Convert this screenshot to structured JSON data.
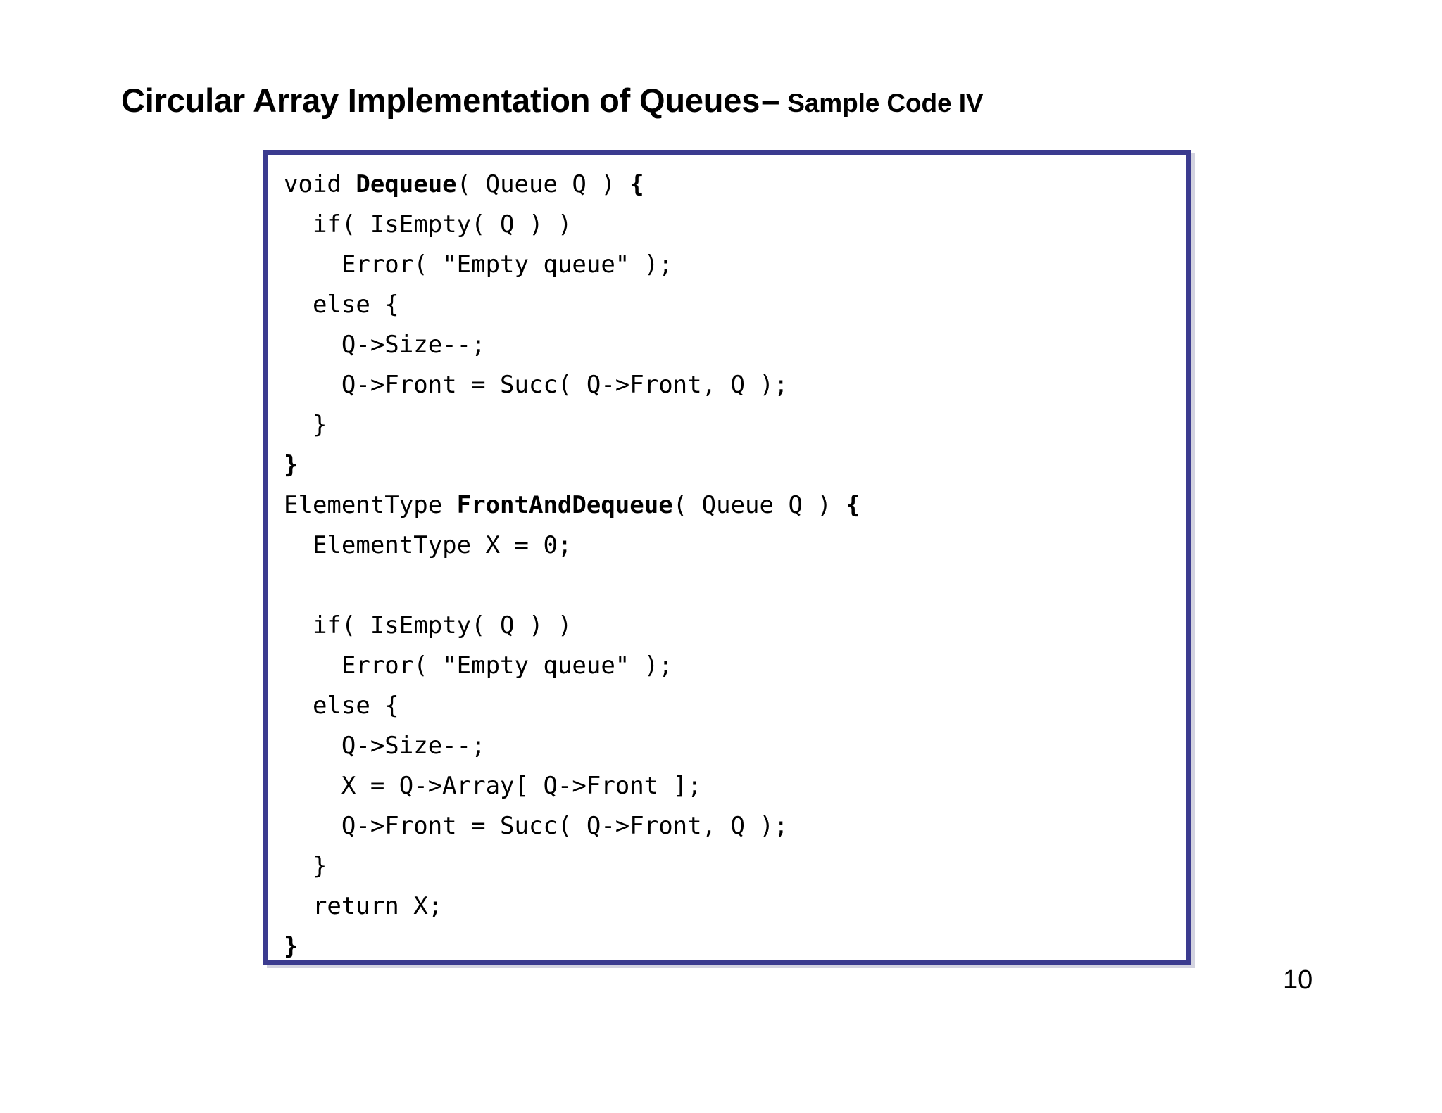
{
  "slide": {
    "page_number": "10",
    "accent_color": "#3b3b8f",
    "background_color": "#ffffff",
    "text_color": "#000000"
  },
  "title": {
    "main": "Circular Array Implementation of Queues",
    "dash": "–",
    "subtitle": "Sample Code IV"
  },
  "code": {
    "language": "c",
    "lines": [
      [
        {
          "t": "void ",
          "b": false
        },
        {
          "t": "Dequeue",
          "b": true
        },
        {
          "t": "( Queue Q ) ",
          "b": false
        },
        {
          "t": "{",
          "b": true
        }
      ],
      [
        {
          "t": "  if( IsEmpty( Q ) )",
          "b": false
        }
      ],
      [
        {
          "t": "    Error( \"Empty queue\" );",
          "b": false
        }
      ],
      [
        {
          "t": "  else {",
          "b": false
        }
      ],
      [
        {
          "t": "    Q->Size--;",
          "b": false
        }
      ],
      [
        {
          "t": "    Q->Front = Succ( Q->Front, Q );",
          "b": false
        }
      ],
      [
        {
          "t": "  }",
          "b": false
        }
      ],
      [
        {
          "t": "}",
          "b": true
        }
      ],
      [
        {
          "t": "ElementType ",
          "b": false
        },
        {
          "t": "FrontAndDequeue",
          "b": true
        },
        {
          "t": "( Queue Q ) ",
          "b": false
        },
        {
          "t": "{",
          "b": true
        }
      ],
      [
        {
          "t": "  ElementType X = 0;",
          "b": false
        }
      ],
      [
        {
          "t": "",
          "b": false
        }
      ],
      [
        {
          "t": "  if( IsEmpty( Q ) )",
          "b": false
        }
      ],
      [
        {
          "t": "    Error( \"Empty queue\" );",
          "b": false
        }
      ],
      [
        {
          "t": "  else {",
          "b": false
        }
      ],
      [
        {
          "t": "    Q->Size--;",
          "b": false
        }
      ],
      [
        {
          "t": "    X = Q->Array[ Q->Front ];",
          "b": false
        }
      ],
      [
        {
          "t": "    Q->Front = Succ( Q->Front, Q );",
          "b": false
        }
      ],
      [
        {
          "t": "  }",
          "b": false
        }
      ],
      [
        {
          "t": "  return X;",
          "b": false
        }
      ],
      [
        {
          "t": "}",
          "b": true
        }
      ]
    ]
  }
}
